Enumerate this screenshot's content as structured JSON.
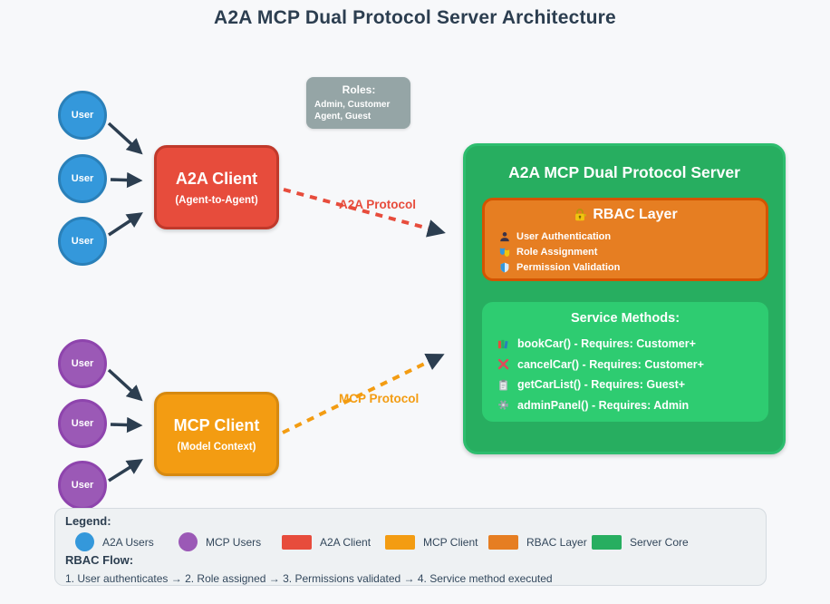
{
  "title": "A2A MCP Dual Protocol Server Architecture",
  "roles_box": {
    "title": "Roles:",
    "body": "Admin, Customer Agent, Guest"
  },
  "users": {
    "a2a_labels": [
      "User",
      "User",
      "User"
    ],
    "mcp_labels": [
      "User",
      "User",
      "User"
    ]
  },
  "a2a_client": {
    "title": "A2A Client",
    "subtitle": "(Agent-to-Agent)"
  },
  "mcp_client": {
    "title": "MCP Client",
    "subtitle": "(Model Context)"
  },
  "protocols": {
    "a2a": "A2A Protocol",
    "mcp": "MCP Protocol"
  },
  "server": {
    "title": "A2A MCP Dual Protocol Server",
    "rbac": {
      "title": "RBAC Layer",
      "icon": "lock-key-icon",
      "items": [
        {
          "icon": "user-silhouette-icon",
          "label": "User Authentication"
        },
        {
          "icon": "masks-icon",
          "label": "Role Assignment"
        },
        {
          "icon": "shield-icon",
          "label": "Permission Validation"
        }
      ]
    },
    "services": {
      "title": "Service Methods:",
      "items": [
        {
          "icon": "books-icon",
          "label": "bookCar() - Requires: Customer+"
        },
        {
          "icon": "cross-icon",
          "label": "cancelCar() - Requires: Customer+"
        },
        {
          "icon": "clipboard-icon",
          "label": "getCarList() - Requires: Guest+"
        },
        {
          "icon": "gear-icon",
          "label": "adminPanel() - Requires: Admin"
        }
      ]
    }
  },
  "legend": {
    "title": "Legend:",
    "items": [
      {
        "label": "A2A Users",
        "swatch": "circle",
        "color": "#3498db"
      },
      {
        "label": "MCP Users",
        "swatch": "circle",
        "color": "#9b59b6"
      },
      {
        "label": "A2A Client",
        "swatch": "rect",
        "color": "#e74c3c"
      },
      {
        "label": "MCP Client",
        "swatch": "rect",
        "color": "#f39c12"
      },
      {
        "label": "RBAC Layer",
        "swatch": "rect",
        "color": "#e67e22"
      },
      {
        "label": "Server Core",
        "swatch": "rect",
        "color": "#27ae60"
      }
    ],
    "flow_title": "RBAC Flow:",
    "flow_text": "1. User authenticates → 2. Role assigned → 3. Permissions validated → 4. Service method executed"
  },
  "colors": {
    "background": "#f7f8fa",
    "title_text": "#2c3e50",
    "a2a_users_blue": "#3498db",
    "mcp_users_purple": "#9b59b6",
    "a2a_client_red": "#e74c3c",
    "mcp_client_orange": "#f39c12",
    "rbac_orange": "#e67e22",
    "server_green": "#27ae60",
    "services_green": "#2ecc71",
    "roles_gray": "#95a5a6",
    "arrow_navy": "#2c3e50"
  }
}
